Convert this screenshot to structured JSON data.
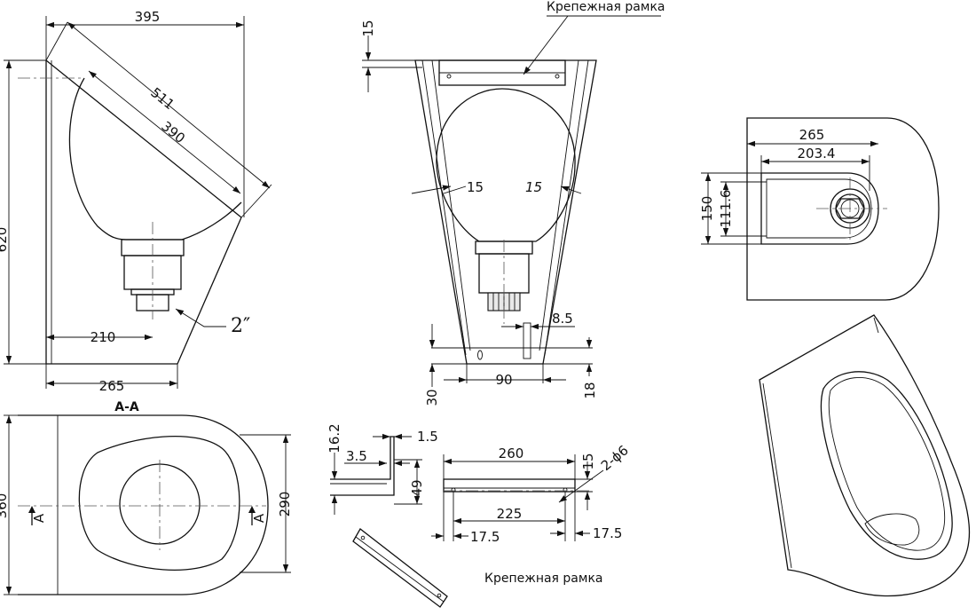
{
  "labels": {
    "mounting_frame_top": "Крепежная рамка",
    "mounting_frame_bottom": "Крепежная рамка",
    "section": "А-А",
    "pipe_size": "2″",
    "section_mark_left": "А",
    "section_mark_right": "А"
  },
  "dimensions": {
    "side_width_top": "395",
    "side_diag_outer": "511",
    "side_diag_inner": "390",
    "side_height": "620",
    "side_bottom_inner": "210",
    "side_bottom_outer": "265",
    "front_top": "15",
    "front_angle_left": "15",
    "front_angle_right": "15",
    "front_base_width": "90",
    "front_base_height": "30",
    "front_side_offset": "8.5",
    "front_foot": "18",
    "plan_width_outer": "265",
    "plan_width_inner": "203.4",
    "plan_height_outer": "150",
    "plan_height_inner": "111.6",
    "section_height_left": "360",
    "section_height_right": "290",
    "bracket_height": "16.2",
    "bracket_thickness": "1.5",
    "bracket_flange": "3.5",
    "bracket_depth": "49",
    "frame_length": "260",
    "frame_height": "15",
    "frame_holes": "2-ϕ6",
    "frame_hole_spacing": "225",
    "frame_offset_left": "17.5",
    "frame_offset_right": "17.5"
  }
}
